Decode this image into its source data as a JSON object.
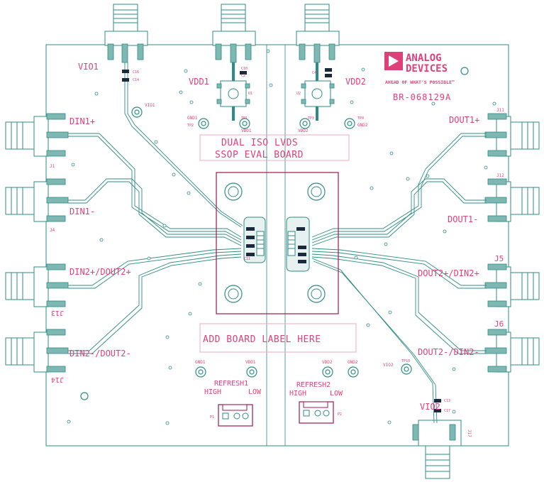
{
  "board": {
    "logo_line1": "ANALOG",
    "logo_line2": "DEVICES",
    "logo_tagline": "AHEAD OF WHAT'S POSSIBLE™",
    "part_number": "BR-068129A",
    "title_line1": "DUAL ISO LVDS",
    "title_line2": "SSOP EVAL BOARD",
    "label_placeholder": "ADD BOARD LABEL HERE"
  },
  "labels": {
    "vio1": "VIO1",
    "vdd1": "VDD1",
    "vdd2": "VDD2",
    "vio2": "VIO2",
    "din1p": "DIN1+",
    "din1n": "DIN1-",
    "din2p": "DIN2+/DOUT2+",
    "din2n": "DIN2-/DOUT2-",
    "dout1p": "DOUT1+",
    "dout1n": "DOUT1-",
    "dout2p": "DOUT2+/DIN2+",
    "dout2n": "DOUT2-/DIN2-",
    "j5": "J5",
    "j6": "J6",
    "j11": "J11",
    "j12": "J12",
    "j13": "J13",
    "j14": "J14",
    "j1": "J1",
    "j4": "J4",
    "j17": "J17",
    "refresh1": "REFRESH1",
    "refresh2": "REFRESH2",
    "high1": "HIGH",
    "low1": "LOW",
    "high2": "HIGH",
    "low2": "LOW",
    "gnd1_top": "GND1",
    "gnd2_top": "GND2",
    "vdd1_tp": "VDD1",
    "vdd2_tp": "VDD2",
    "vio1_tp": "VIO1",
    "vio2_tp": "VIO2",
    "gnd1_bot": "GND1",
    "vdd1_bot": "VDD1",
    "vdd2_bot": "VDD2",
    "gnd2_bot": "GND2",
    "tp1": "TP1",
    "tp2": "TP2",
    "tp3": "TP3",
    "tp4": "TP4",
    "tp10": "TP10",
    "p1": "P1",
    "p2": "P2",
    "c16": "C16",
    "c14": "C14",
    "c10": "C10",
    "c2": "C2",
    "c4": "C4",
    "c13": "C13",
    "c17": "C17",
    "c11": "C11",
    "u1": "U1",
    "u2": "U2"
  },
  "colors": {
    "silkscreen": "#e0407a",
    "copper": "#2e8c86",
    "board": "#ffffff"
  }
}
